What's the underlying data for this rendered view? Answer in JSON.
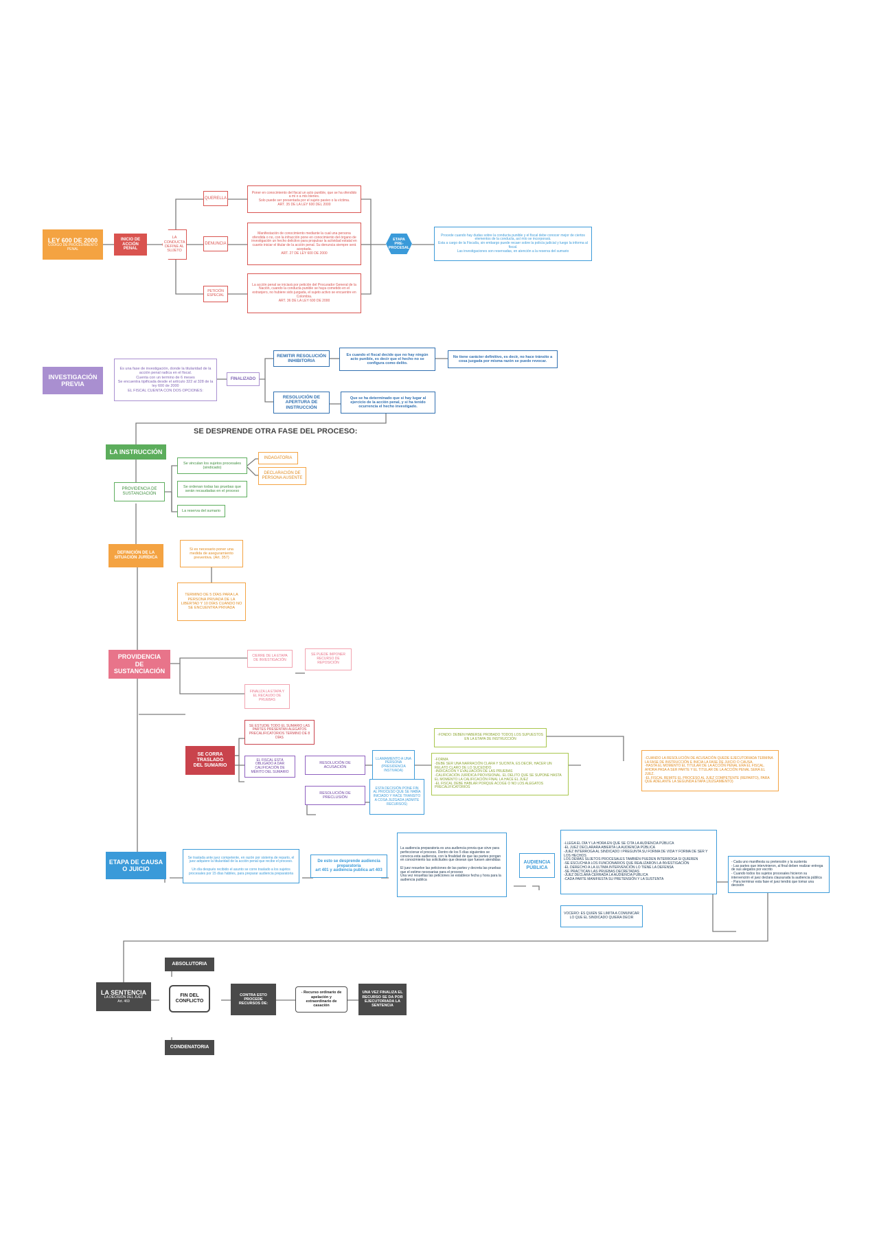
{
  "s1": {
    "ley": "LEY 600 DE 2000",
    "ley_sub": "CÓDIGO DE PROCEDIMIENTO PENAL",
    "inicio": "INICIO DE ACCIÓN PENAL",
    "conducta": "LA CONDUCTA DEFINE AL SUJETO",
    "querella": "QUERELLA",
    "querella_txt": "Poner en conocimiento del fiscal un acto punible, que se ha ofendido a mi o a mis bienes.\nSolo puede ser presentada por el sujeto pasivo o la víctima.\nART. 35 DE LA LEY 600 DEL 2000",
    "denuncia": "DENUNCIA",
    "denuncia_txt": "Manifestación de conocimiento mediante la cual una persona ofendida o no, con la infracción pone en conocimiento del órgano de investigación un hecho delictivo para propulsar la actividad estatal en cuanto iniciar el titular de la acción penal. Su denuncia siempre será aceptada.\nART. 27 DE LEY 600 DE 2000",
    "peticion": "PETICIÓN ESPECIAL",
    "peticion_txt": "La acción penal se iniciará por petición del Procurador General de la Nación, cuando la conducta punible se haya cometido en el extranjero, no hubiere sido juzgada, el sujeto activo se encuentre en Colombia.\nART. 36 DE LA LEY 600 DE 2000",
    "etapa": "ETAPA PRE-PROCESAL",
    "etapa_txt": "Procede cuando hay dudas sobre la conducta punible y el fiscal debe conocer mejor de ciertos elementos de la conducta, así mío se incorporará.\nEsta a cargo de la Fiscalía, sin embargo puede recaer sobre la policía judicial y luego la informa al fiscal.\nLas investigaciones son reservadas, en atención a la reserva del sumario"
  },
  "s2": {
    "inv": "INVESTIGACIÓN\nPREVIA",
    "inv_txt": "Es una fase de investigación, donde la titularidad de la acción penal radica en el fiscal.\nCuenta con un termino de 6 meses\nSe encuentra tipificada desde el artículo 322 al 328 de la ley 600 de 2000\nEL FISCAL CUENTA CON DOS OPCIONES:",
    "finalizado": "FINALIZADO",
    "inhibitoria": "REMITIR RESOLUCIÓN INHIBITORIA",
    "inhibitoria_txt": "Es cuando el fiscal decide que no hay ningún acto punible, es decir que el hecho no se configura como delito.",
    "inhibitoria_txt2": "No tiene carácter definitivo, es decir, no hace tránsito a cosa juzgada por misma razón se puede revocar.",
    "apertura": "RESOLUCIÓN DE APERTURA DE INSTRUCCIÓN",
    "apertura_txt": "Que se ha determinado que si hay lugar al ejercicio de la acción penal, y si ha tenido ocurrencia el hecho investigado.",
    "desprende": "SE DESPRENDE OTRA FASE DEL PROCESO:"
  },
  "s3": {
    "instruccion": "LA INSTRUCCIÓN",
    "providencia": "PROVIDENCIA DE SUSTANCIACIÓN",
    "vinculan": "Se vinculan los sujetos procesales (sindicado)",
    "indagatoria": "INDAGATORIA",
    "declaracion": "DECLARACIÓN DE PERSONA AUSENTE",
    "ordenan": "Se ordenan todas las pruebas que serán recaudadas en el proceso",
    "reserva": "La reserva del sumario",
    "definicion": "DEFINICIÓN DE LA SITUACIÓN JURÍDICA",
    "necesario": "Si es necesario poner una medida de aseguramiento preventiva. (Art. 357)",
    "termino": "TERMINO DE 5 DÍAS PARA LA PERSONA PRIVADA DE LA LIBERTAD Y 10 DÍAS CUANDO NO SE ENCUENTRA PRIVADA",
    "prov2": "PROVIDENCIA\nDE\nSUSTANCIACIÓN",
    "cierre": "CIERRE DE LA ETAPA DE INVESTIGACIÓN",
    "recurso": "SE PUEDE IMPONER RECURSO DE REPOSICIÓN",
    "finaliza": "FINALIZA LA ETAPA Y EL RECAUDO DE PRUEBAS"
  },
  "s4": {
    "traslado": "SE CORRA\nTRASLADO\nDEL SUMARIO",
    "estudie": "SE ESTUDIE TODO EL SUMARIO LAS PARTES PRESENTAN ALEGATOS PRECALIFICATORIOS TERMINO DE 8 DÍAS",
    "obligado": "EL FISCAL ESTÁ OBLIGADO A DAR CALIFICACIÓN DE MÉRITO DEL SUMARIO",
    "acusacion": "RESOLUCIÓN DE ACUSACIÓN",
    "llamamiento": "LLAMAMIENTO A UNA PERSONA (PRESIDENCIA INSTIVADA)",
    "fondo": "-FONDO: DEBEN HABERSE PROBADO TODOS LOS SUPUESTOS EN LA ETAPA DE INSTRUCCIÓN",
    "forma": "-FORMA\n-DEBE SER UNA NARRACIÓN CLARA Y SUCINTA, ES DECIR, HACER UN RELATO CLARO DE LO SUCEDIDO\n-INDICACIÓN Y EVALUACIÓN DE LAS PRUEBAS\n-CALIFICACIÓN JURÍDICA PROVISIONAL. EL DELITO QUE SE SUPONE HASTA EL MOMENTO LA CALIFICACIÓN FINAL LA HACE EL JUEZ\n-EL FISCAL DEBE HABLAR PORQUE ACOGE O NO LOS ALEGATOS PRECALIFICATORIOS",
    "cuando": "-CUANDO LA RESOLUCIÓN DE ACUSACIÓN QUEDE EJECUTORIADA TERMINA LA FASE DE INSTRUCCIÓN E INICIA LA FASE DE JUICIO O CAUSA.\n-HASTA EL MOMENTO EL TITULAR DE LA ACCIÓN PENAL ERA EL FISCAL. AHORA PASA A SER PARTE Y EL TITULAR DE LA ACCIÓN PENAL SERÁ EL JUEZ.\n-EL FISCAL REMITE EL PROCESO AL JUEZ COMPETENTE (REPARTO), PARA QUE ADELANTE LA SEGUNDA ETAPA (JUZGAMIENTO)",
    "preclusion": "RESOLUCIÓN DE PRECLUSIÓN",
    "preclusion_txt": "ESTA DECISIÓN PONE FIN AL PROCESO QUE SE HABÍA INICIADO Y HACE TRANSITO A COSA JUZGADA (ADMITE RECURSOS)"
  },
  "s5": {
    "causa": "ETAPA DE CAUSA\nO JUICIO",
    "causa_txt": "Se traslada ante juez competente, en razón por sistema de reparto, el juez adquiere la titularidad de la acción penal que recibe el proceso.\n\nUn día después recibido el asunto se corre traslado a los sujetos procesales por 15 días hábiles, para preparar audiencia preparatoria",
    "desprende": "De esto se desprende audiencia preparatoria\nart 401 y audiencia publica art 403",
    "preparatoria": "La audiencia preparatoria es una audiencia previa que sirve para perfeccionar el proceso. Dentro de los 5 días siguientes se convoca esta audiencia, con la finalidad de que las partes pongan en conocimiento las solicitudes que desean que fuesen atendidas\n\nEl juez resuelve las peticiones de las partes y decreta las pruebas que el estime necesarias para el proceso\nUna vez resueltas las peticiones se establece fecha y hora para la audiencia publica",
    "audiencia": "AUDIENCIA\nPÚBLICA",
    "llega": "-LLEGA EL DÍA Y LA HORA EN QUE SE CITA LA AUDIENCIA PÚBLICA\n-EL JUEZ DECLARARA ABIERTA LA AUDIENCIA PÚBLICA\n-JUEZ INTERROGA AL SINDICADO I PREGUNTA SU FORMA DE VIDA Y FORMA DE SER Y LOS HECHOS\nLOS DEMÁS SUJETOS PROCESALES TAMBIÉN PUEDEN INTERROGA SI QUIEREN\n-SE ESCUCHA A LOS FUNCIONARIOS QUE REALIZARON LA INVESTIGACIÓN\n-EL DERECHO A LA ULTIMA INTERVENCIÓN LO TIENE LA DEFENSA\n-SE PRACTICAN LAS PRUEBAS DECRETADAS\n-JUEZ DECLARA CERRADA LA AUDIENCIA PUBLICA\n-CADA PARTE MANIFIESTA SU PRETENSIÓN Y LA SUSTENTA",
    "vocero": "VOCERO: ES QUIEN SE LIMITA A COMUNICAR LO QUE EL SINDICADO QUIERA DECIR",
    "cada": "- Cada uno manifiesta su pretensión y la sustenta\n- Las partes que intervinieron, al final deben realizar entrega de sus alegatos por escrito\n- Cuando todos los sujetos procesales hicieron su intervención el juez declara clausurada la audiencia pública\n- Para terminar esta fase el juez tendrá que tomar una decisión"
  },
  "s6": {
    "sentencia": "LA SENTENCIA",
    "sentencia_sub": "LA DECISIÓN DEL JUEZ\nArt. 469",
    "absolutoria": "ABSOLUTORIA",
    "fin": "FIN DEL\nCONFLICTO",
    "condenatoria": "CONDENATORIA",
    "contra": "CONTRA ESTO PROCEDE RECURSOS DE:",
    "recurso": "- Recurso ordinario de apelación y extraordinario de casación",
    "una_vez": "UNA VEZ FINALIZA EL RECURSO SE DA POR EJECUTORIADA LA SENTENCIA"
  },
  "colors": {
    "orange": "#f4a342",
    "red": "#d9534f",
    "blue": "#3a9ad9",
    "purple": "#a98fd0",
    "green": "#5cad5c",
    "pink": "#e8748a",
    "crimson": "#c9434c",
    "olive": "#a9c64c",
    "dark": "#4a4a4a"
  }
}
